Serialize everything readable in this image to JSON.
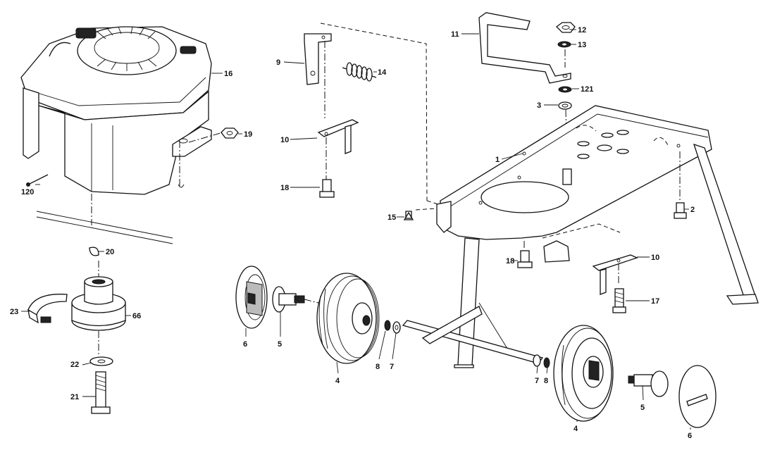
{
  "diagram": {
    "labels": {
      "p1": "1",
      "p2": "2",
      "p3": "3",
      "p4a": "4",
      "p4b": "4",
      "p5a": "5",
      "p5b": "5",
      "p6a": "6",
      "p6b": "6",
      "p7a": "7",
      "p7b": "7",
      "p8a": "8",
      "p8b": "8",
      "p9": "9",
      "p10a": "10",
      "p10b": "10",
      "p11": "11",
      "p12": "12",
      "p13": "13",
      "p14": "14",
      "p15": "15",
      "p16": "16",
      "p17": "17",
      "p18a": "18",
      "p18b": "18",
      "p19": "19",
      "p20": "20",
      "p21": "21",
      "p22": "22",
      "p23": "23",
      "p66": "66",
      "p120": "120",
      "p121": "121"
    }
  }
}
